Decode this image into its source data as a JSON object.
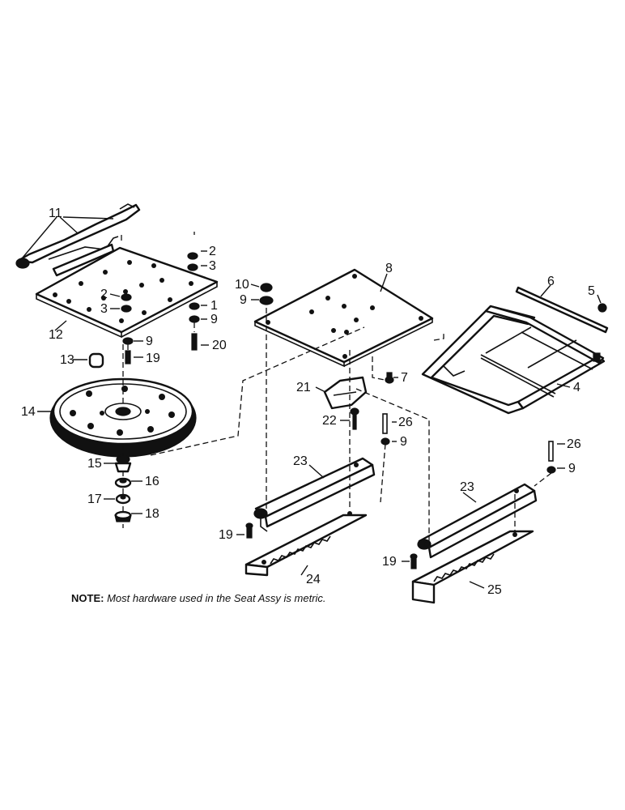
{
  "note": {
    "prefix": "NOTE:",
    "text": " Most hardware used in the Seat Assy is metric."
  },
  "callouts": {
    "c1": "1",
    "c2a": "2",
    "c2b": "2",
    "c3a": "3",
    "c3b": "3",
    "c4": "4",
    "c5": "5",
    "c6": "6",
    "c7": "7",
    "c8": "8",
    "c9a": "9",
    "c9b": "9",
    "c9c": "9",
    "c9d": "9",
    "c9e": "9",
    "c10": "10",
    "c11": "11",
    "c12": "12",
    "c13": "13",
    "c14": "14",
    "c15": "15",
    "c16": "16",
    "c17": "17",
    "c18": "18",
    "c19a": "19",
    "c19b": "19",
    "c19c": "19",
    "c20": "20",
    "c21": "21",
    "c22": "22",
    "c23a": "23",
    "c23b": "23",
    "c24": "24",
    "c25": "25",
    "c26a": "26",
    "c26b": "26"
  }
}
